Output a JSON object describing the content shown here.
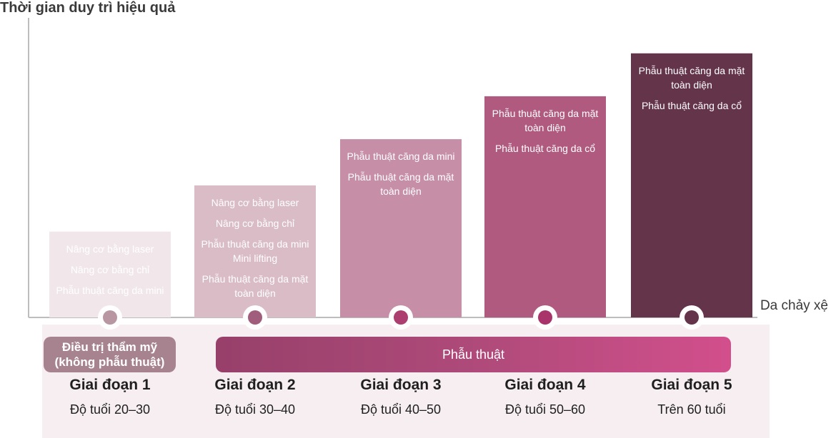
{
  "chart_data": {
    "type": "bar",
    "ylabel": "Thời gian duy trì hiệu quả",
    "xlabel": "Da chảy xệ",
    "categories": [
      "Giai đoạn 1",
      "Giai đoạn 2",
      "Giai đoạn 3",
      "Giai đoạn 4",
      "Giai đoạn 5"
    ],
    "ages": [
      "Độ tuổi 20–30",
      "Độ tuổi 30–40",
      "Độ tuổi 40–50",
      "Độ tuổi 50–60",
      "Trên 60 tuổi"
    ],
    "values": [
      1.3,
      2.0,
      2.7,
      3.35,
      4.0
    ],
    "ylim": [
      0,
      4.3
    ],
    "grid": false,
    "bar_colors": [
      "#f1e7ea",
      "#d9bcc6",
      "#c68ea7",
      "#b05a80",
      "#64344b"
    ],
    "bar_text_colors": [
      "#ffffff",
      "#ffffff",
      "#ffffff",
      "#ffffff",
      "#ffffff"
    ],
    "dot_colors": [
      "#b897a3",
      "#a15d7c",
      "#ac3f70",
      "#a8346b",
      "#64344b"
    ],
    "bar_items": [
      [
        "Nâng cơ bằng laser",
        "Nâng cơ bằng chỉ",
        "Phẫu thuật căng da mini"
      ],
      [
        "Nâng cơ bằng laser",
        "Nâng cơ bằng chỉ",
        "Phẫu thuật căng da mini\nMini lifting",
        "Phẫu thuật căng da mặt toàn diện"
      ],
      [
        "Phẫu thuật căng da mini",
        "Phẫu thuật căng da mặt toàn diện"
      ],
      [
        "Phẫu thuật căng da mặt toàn diện",
        "Phẫu thuật căng da cổ"
      ],
      [
        "Phẫu thuật căng da mặt toàn diện",
        "Phẫu thuật căng da cổ"
      ]
    ]
  },
  "treatment_groups": {
    "nonsurgical": "Điều trị thẩm mỹ\n(không phẫu thuật)",
    "surgical": "Phẫu thuật"
  },
  "colors": {
    "axis": "#bdbdbd",
    "panel": "#f6eef1",
    "nonsurgical_pill": "#a6838f",
    "surgical_pill_start": "#97406a",
    "surgical_pill_end": "#d24f8c"
  }
}
